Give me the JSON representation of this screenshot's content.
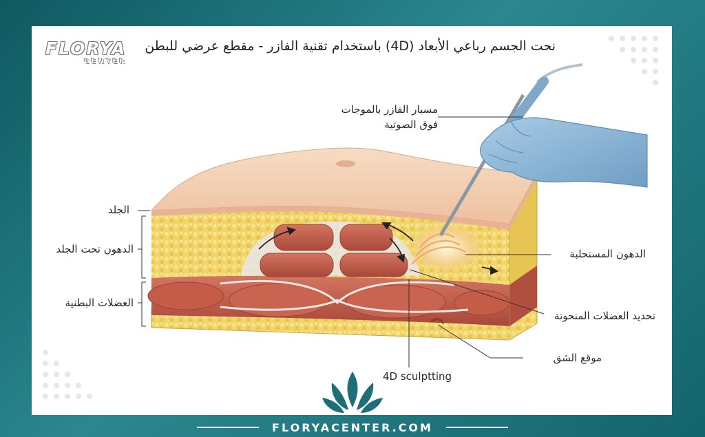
{
  "title": "نحت الجسم رباعي الأبعاد (4D) باستخدام تقنية الفازر - مقطع عرضي للبطن",
  "logo": {
    "name": "FLORYA",
    "sub": "CENTER"
  },
  "labels": {
    "probe_line1": "مسبار الفازر بالموجات",
    "probe_line2": "فوق الصوتية",
    "skin": "الجلد",
    "subcutaneous_fat": "الدهون تحت الجلد",
    "abdominal_muscles": "العضلات البطنية",
    "emulsified_fat": "الدهون المستحلبة",
    "muscle_definition": "تحديد العضلات المنحوتة",
    "incision_site": "موقع الشق",
    "sculpting": "4D sculptting"
  },
  "footer": "FLORYACENTER.COM",
  "colors": {
    "teal": "#1c6f78",
    "skin": "#f2c9a8",
    "fat": "#f1d56b",
    "muscle": "#c5624d"
  }
}
